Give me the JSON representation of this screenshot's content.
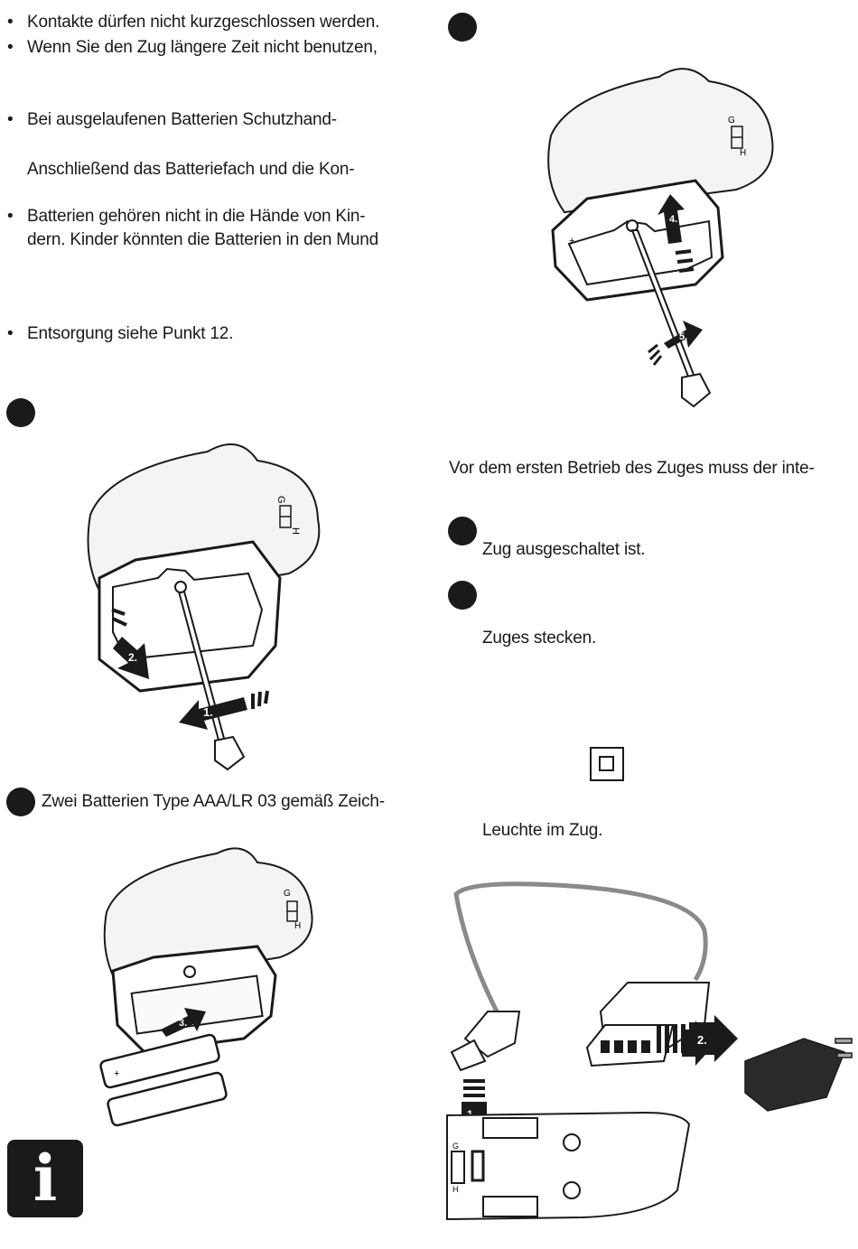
{
  "left_column": {
    "bullets": [
      "Kontakte dürfen nicht kurzgeschlossen werden.",
      "Wenn Sie den Zug längere Zeit nicht benutzen,",
      "Bei ausgelaufenen Batterien Schutzhand-",
      "Batterien gehören nicht in die Hände von Kin-",
      "Entsorgung siehe Punkt 12."
    ],
    "continuation_1": "Anschließend das Batteriefach und die Kon-",
    "continuation_2": "dern. Kinder könnten die Batterien in den Mund",
    "step_text": "Zwei Batterien Type AAA/LR 03 gemäß Zeich-",
    "info_letter": "i",
    "figure1": {
      "arrow1": "1.",
      "arrow2": "2.",
      "switch_g": "G",
      "switch_h": "H"
    },
    "figure2": {
      "arrow3": "3.",
      "switch_g": "G",
      "switch_h": "H",
      "plus": "+"
    }
  },
  "right_column": {
    "figure3": {
      "arrow4": "4.",
      "arrow5": "5.",
      "switch_g": "G",
      "switch_h": "H",
      "plus": "+"
    },
    "intro": "Vor dem ersten Betrieb des Zuges muss der inte-",
    "step1_text": "Zug ausgeschaltet ist.",
    "step2_text": "Zuges stecken.",
    "lamp_text": "Leuchte im Zug.",
    "figure4": {
      "arrow1": "1.",
      "arrow2": "2.",
      "switch_g": "G",
      "switch_h": "H"
    }
  },
  "colors": {
    "ink": "#1a1a1a",
    "gray": "#8a8a8a",
    "light": "#f4f4f4"
  }
}
